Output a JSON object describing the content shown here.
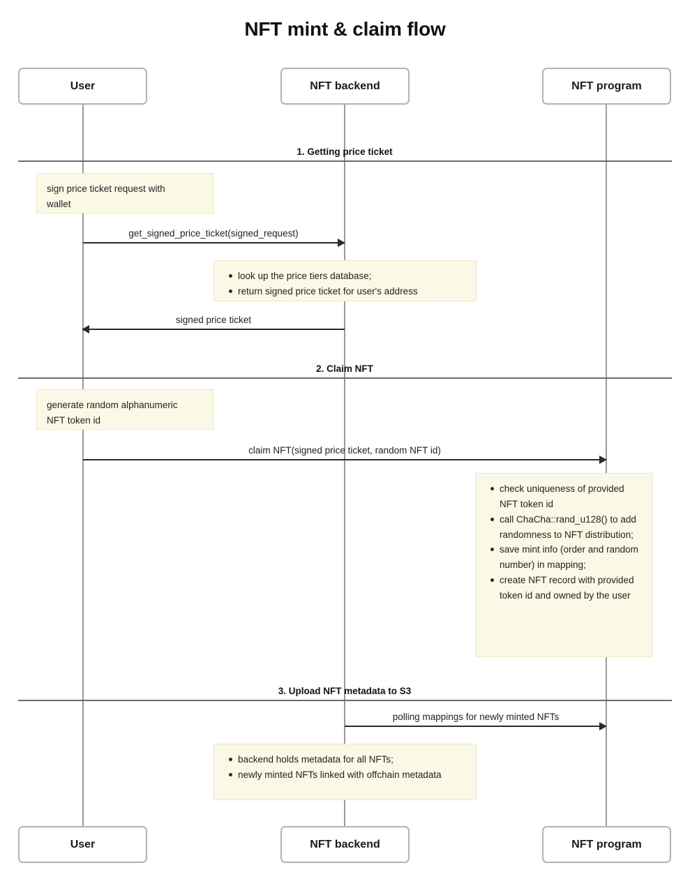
{
  "title": "NFT mint & claim flow",
  "colors": {
    "background": "#ffffff",
    "note_fill": "#fbf9e6",
    "note_border": "#ece7cd",
    "participant_border": "#b3b3b3",
    "lifeline": "#9a9a9a",
    "divider": "#6b6b6b",
    "arrow": "#2b2b2b",
    "text": "#1f1f1f"
  },
  "participants": [
    {
      "id": "user",
      "label": "User"
    },
    {
      "id": "backend",
      "label": "NFT backend"
    },
    {
      "id": "program",
      "label": "NFT program"
    }
  ],
  "participants_bottom": [
    {
      "id": "user",
      "label": "User"
    },
    {
      "id": "backend",
      "label": "NFT backend"
    },
    {
      "id": "program",
      "label": "NFT program"
    }
  ],
  "sections": [
    {
      "id": "s1",
      "label": "1. Getting price ticket"
    },
    {
      "id": "s2",
      "label": "2. Claim NFT"
    },
    {
      "id": "s3",
      "label": "3. Upload NFT metadata to S3"
    }
  ],
  "messages": [
    {
      "id": "m1",
      "label": "get_signed_price_ticket(signed_request)",
      "from": "user",
      "to": "backend",
      "direction": "right"
    },
    {
      "id": "m2",
      "label": "signed price ticket",
      "from": "backend",
      "to": "user",
      "direction": "left"
    },
    {
      "id": "m3",
      "label": "claim NFT(signed price ticket, random NFT id)",
      "from": "user",
      "to": "program",
      "direction": "right"
    },
    {
      "id": "m4",
      "label": "polling mappings for newly minted NFTs",
      "from": "backend",
      "to": "program",
      "direction": "right"
    }
  ],
  "notes": [
    {
      "id": "n1",
      "attached_to": "user",
      "kind": "text",
      "text": "sign price ticket request with\nwallet"
    },
    {
      "id": "n2",
      "attached_to": "backend",
      "kind": "list",
      "items": [
        "look up the price tiers database;",
        "return signed price ticket for user's address"
      ]
    },
    {
      "id": "n3",
      "attached_to": "user",
      "kind": "text",
      "text": "generate random alphanumeric\nNFT token id"
    },
    {
      "id": "n4",
      "attached_to": "program",
      "kind": "list",
      "items": [
        "check uniqueness of provided NFT token id",
        "call ChaCha::rand_u128() to add randomness to NFT distribution;",
        "save mint info (order and random number) in mapping;",
        "create NFT record with provided token id and owned by the user"
      ]
    },
    {
      "id": "n5",
      "attached_to": "backend",
      "kind": "list",
      "items": [
        "backend holds metadata for all NFTs;",
        "newly minted NFTs linked with offchain metadata"
      ]
    }
  ]
}
